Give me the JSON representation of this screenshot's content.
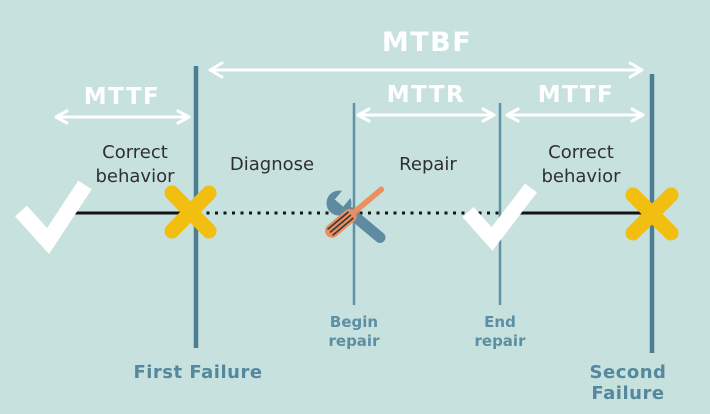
{
  "diagram": {
    "arrows": {
      "mtbf": "MTBF",
      "mttf_left": "MTTF",
      "mttr": "MTTR",
      "mttf_right": "MTTF"
    },
    "phases": {
      "correct_left": "Correct behavior",
      "diagnose": "Diagnose",
      "repair": "Repair",
      "correct_right": "Correct behavior"
    },
    "events": {
      "begin_repair": "Begin repair",
      "end_repair": "End repair",
      "first_failure": "First Failure",
      "second_failure": "Second Failure"
    },
    "icons": [
      "check-icon",
      "failure-x-icon",
      "repair-tools-icon"
    ],
    "colors": {
      "background": "#c7e1de",
      "thick_marker_line": "#4d7d93",
      "thin_marker_line": "#5d93a4",
      "timeline": "#141414",
      "arrow_white": "#ffffff",
      "failure_yellow": "#f2be0f",
      "screwdriver_orange": "#ec8e5e",
      "wrench_slate": "#5e8ba1",
      "phase_text": "#2f2f2f",
      "teal_text": "#5b8fa4"
    }
  }
}
